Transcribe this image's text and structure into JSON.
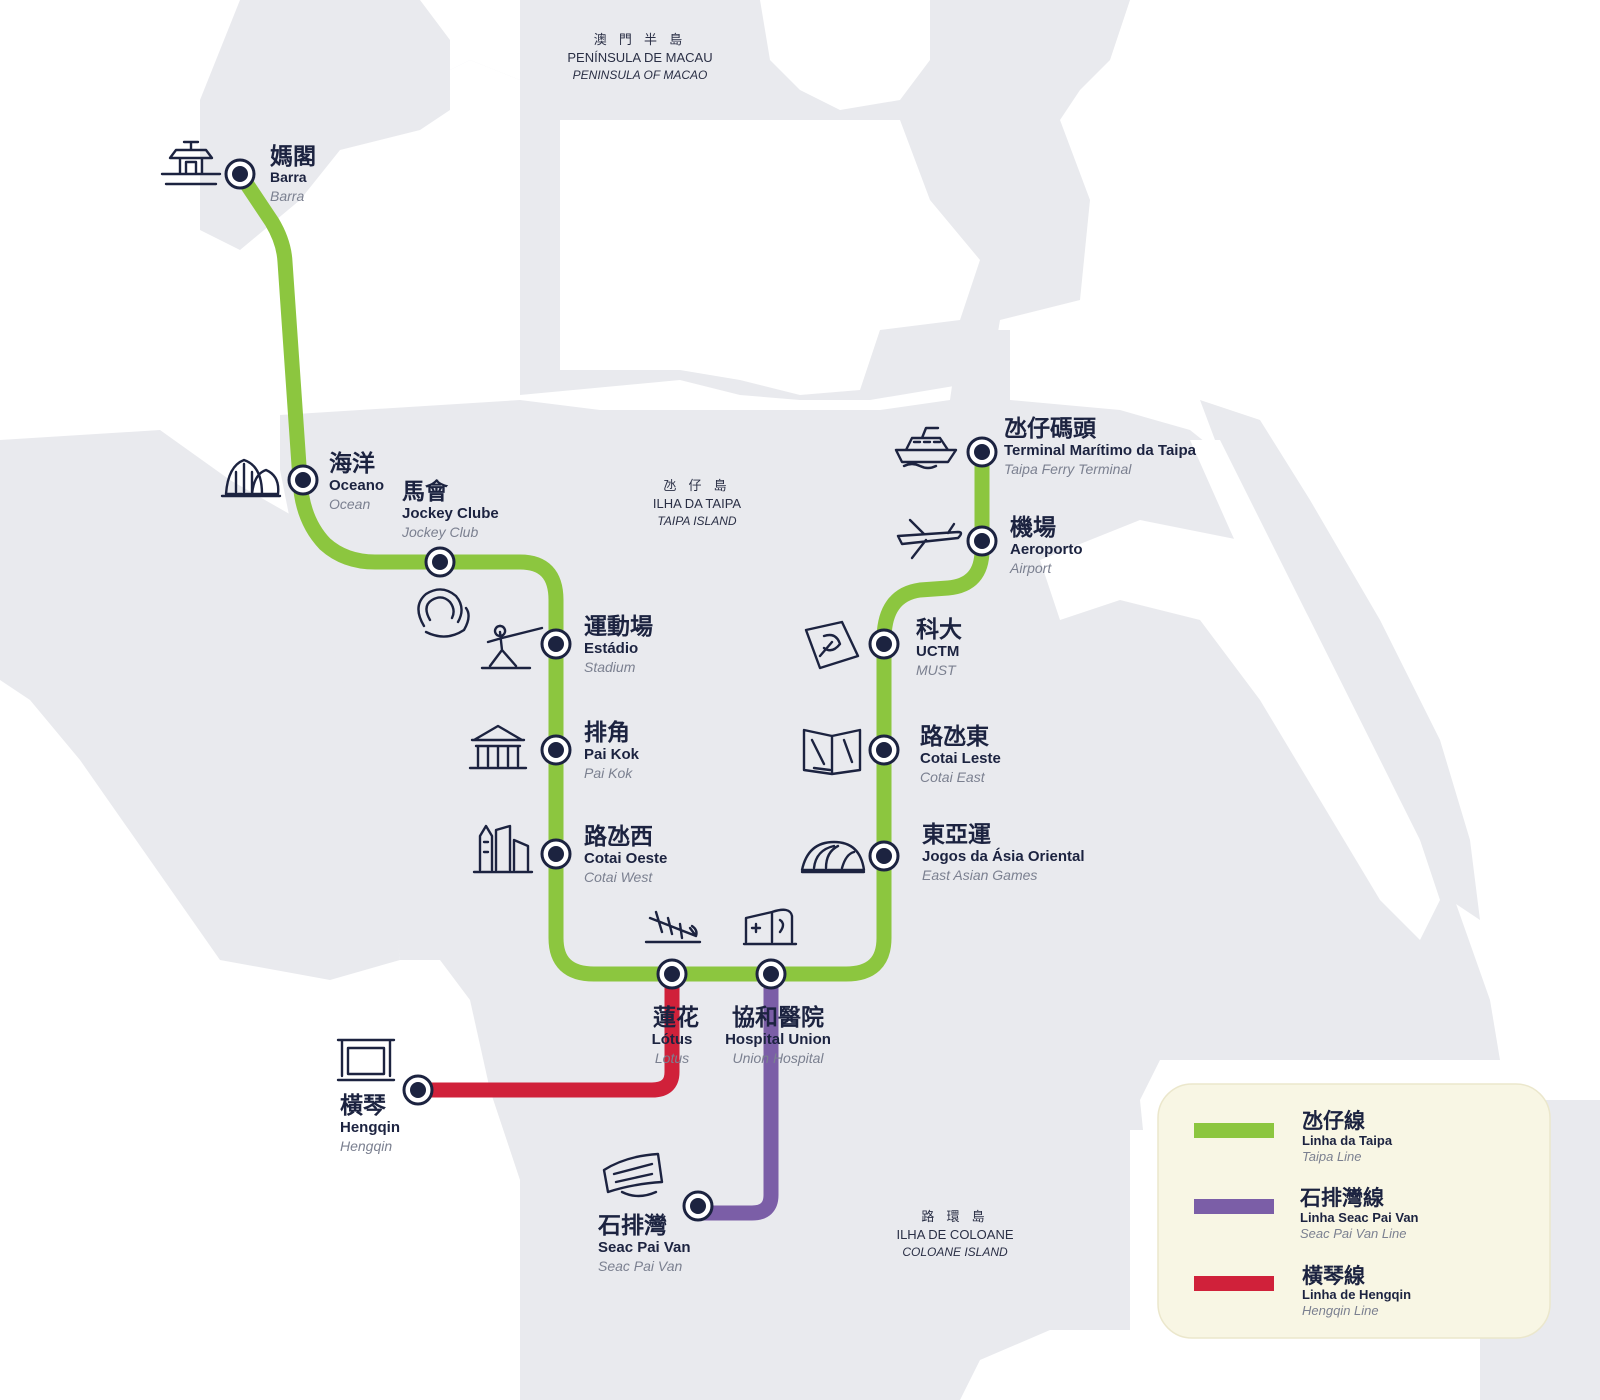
{
  "colors": {
    "taipa_line": "#8cc63f",
    "seac_pai_van_line": "#7b5ea7",
    "hengqin_line": "#d0213a",
    "station_fill": "#1c2340",
    "land": "#e9eaee",
    "legend_bg": "#f8f6e4"
  },
  "regions": {
    "macao": {
      "zh": "澳 門 半 島",
      "pt": "PENÍNSULA DE MACAU",
      "en": "PENINSULA OF MACAO"
    },
    "taipa": {
      "zh": "氹 仔 島",
      "pt": "ILHA DA TAIPA",
      "en": "TAIPA ISLAND"
    },
    "coloane": {
      "zh": "路 環 島",
      "pt": "ILHA DE COLOANE",
      "en": "COLOANE ISLAND"
    }
  },
  "stations": {
    "barra": {
      "zh": "媽閣",
      "pt": "Barra",
      "en": "Barra",
      "icon": "temple-icon"
    },
    "oceano": {
      "zh": "海洋",
      "pt": "Oceano",
      "en": "Ocean",
      "icon": "shells-icon"
    },
    "jockey": {
      "zh": "馬會",
      "pt": "Jockey Clube",
      "en": "Jockey Club",
      "icon": "horseshoe-icon"
    },
    "estadio": {
      "zh": "運動場",
      "pt": "Estádio",
      "en": "Stadium",
      "icon": "fencer-icon"
    },
    "paikok": {
      "zh": "排角",
      "pt": "Pai Kok",
      "en": "Pai Kok",
      "icon": "pavilion-icon"
    },
    "cotaioeste": {
      "zh": "路氹西",
      "pt": "Cotai Oeste",
      "en": "Cotai West",
      "icon": "towers-icon"
    },
    "lotus": {
      "zh": "蓮花",
      "pt": "Lótus",
      "en": "Lotus",
      "icon": "bridge-icon"
    },
    "hospital": {
      "zh": "協和醫院",
      "pt": "Hospital Union",
      "en": "Union Hospital",
      "icon": "hospital-icon"
    },
    "ferry": {
      "zh": "氹仔碼頭",
      "pt": "Terminal Marítimo da Taipa",
      "en": "Taipa Ferry Terminal",
      "icon": "ferry-icon"
    },
    "aeroporto": {
      "zh": "機場",
      "pt": "Aeroporto",
      "en": "Airport",
      "icon": "airplane-icon"
    },
    "uctm": {
      "zh": "科大",
      "pt": "UCTM",
      "en": "MUST",
      "icon": "book-leaf-icon"
    },
    "cotaileste": {
      "zh": "路氹東",
      "pt": "Cotai Leste",
      "en": "Cotai East",
      "icon": "open-book-icon"
    },
    "jogos": {
      "zh": "東亞運",
      "pt": "Jogos da Ásia Oriental",
      "en": "East Asian Games",
      "icon": "dome-icon"
    },
    "hengqin": {
      "zh": "橫琴",
      "pt": "Hengqin",
      "en": "Hengqin",
      "icon": "gate-icon"
    },
    "seacpaivan": {
      "zh": "石排灣",
      "pt": "Seac Pai Van",
      "en": "Seac Pai Van",
      "icon": "library-icon"
    }
  },
  "legend": [
    {
      "zh": "氹仔線",
      "pt": "Linha da Taipa",
      "en": "Taipa Line",
      "color": "#8cc63f"
    },
    {
      "zh": "石排灣線",
      "pt": "Linha Seac Pai Van",
      "en": "Seac Pai Van Line",
      "color": "#7b5ea7"
    },
    {
      "zh": "橫琴線",
      "pt": "Linha de Hengqin",
      "en": "Hengqin Line",
      "color": "#d0213a"
    }
  ]
}
